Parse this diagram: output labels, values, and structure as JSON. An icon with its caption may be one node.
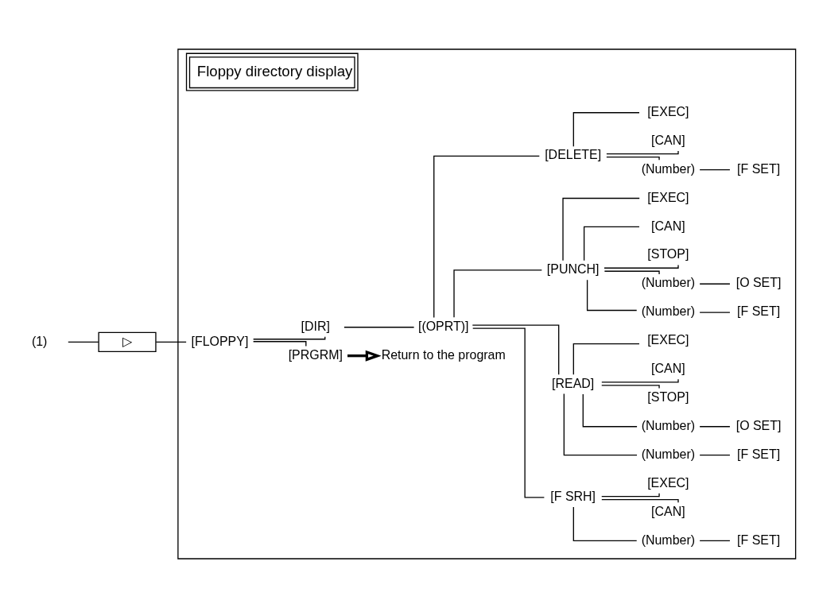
{
  "diagram": {
    "nodes": [
      {
        "text": [
          "(1)"
        ]
      },
      {
        "text": [
          "▷"
        ]
      },
      {
        "text": [
          "Floppy directory display"
        ]
      },
      {
        "text": [
          "[FLOPPY]"
        ],
        "in": 2
      },
      {
        "text": [
          "[PRGRM]"
        ],
        "in": 2
      },
      {
        "text": [
          "Return to the program"
        ],
        "in": 2
      },
      {
        "text": [
          "[DIR]"
        ],
        "in": 2
      },
      {
        "text": [
          "[(OPRT)]"
        ],
        "in": 2
      },
      {
        "text": [
          "[F SRH]"
        ],
        "in": 2
      },
      {
        "text": [
          "(Number)"
        ],
        "in": 2
      },
      {
        "text": [
          "[F SET]"
        ],
        "in": 2
      },
      {
        "text": [
          "[CAN]"
        ],
        "in": 2
      },
      {
        "text": [
          "[EXEC]"
        ],
        "in": 2
      },
      {
        "text": [
          "[READ]"
        ],
        "in": 2
      },
      {
        "text": [
          "(Number)"
        ],
        "in": 2
      },
      {
        "text": [
          "[F SET]"
        ],
        "in": 2
      },
      {
        "text": [
          "(Number)"
        ],
        "in": 2
      },
      {
        "text": [
          "[O SET]"
        ],
        "in": 2
      },
      {
        "text": [
          "[STOP]"
        ],
        "in": 2
      },
      {
        "text": [
          "[CAN]"
        ],
        "in": 2
      },
      {
        "text": [
          "[EXEC]"
        ],
        "in": 2
      },
      {
        "text": [
          "[PUNCH]"
        ],
        "in": 2
      },
      {
        "text": [
          "(Number)"
        ],
        "in": 2
      },
      {
        "text": [
          "[F SET]"
        ],
        "in": 2
      },
      {
        "text": [
          "(Number)"
        ],
        "in": 2
      },
      {
        "text": [
          "[O SET]"
        ],
        "in": 2
      },
      {
        "text": [
          "[STOP]"
        ],
        "in": 2
      },
      {
        "text": [
          "[CAN]"
        ],
        "in": 2
      },
      {
        "text": [
          "[EXEC]"
        ],
        "in": 2
      },
      {
        "text": [
          "[DELETE]"
        ],
        "in": 2
      },
      {
        "text": [
          "(Number)"
        ],
        "in": 2
      },
      {
        "text": [
          "[F SET]"
        ],
        "in": 2
      },
      {
        "text": [
          "[CAN]"
        ],
        "in": 2
      },
      {
        "text": [
          "[EXEC]"
        ],
        "in": 2
      }
    ],
    "edges": [
      {
        "from": 0,
        "to": 1,
        "arrow": "none"
      },
      {
        "from": 1,
        "to": 3,
        "arrow": "none"
      },
      {
        "from": 3,
        "to": 4,
        "arrow": "none"
      },
      {
        "from": 3,
        "to": 6,
        "arrow": "none"
      },
      {
        "from": 4,
        "to": 5,
        "arrow": "to",
        "style": "thick"
      },
      {
        "from": 6,
        "to": 7,
        "arrow": "none"
      },
      {
        "from": 7,
        "to": 8,
        "arrow": "none"
      },
      {
        "from": 7,
        "to": 13,
        "arrow": "none"
      },
      {
        "from": 7,
        "to": 21,
        "arrow": "none"
      },
      {
        "from": 7,
        "to": 29,
        "arrow": "none"
      },
      {
        "from": 8,
        "to": 9,
        "arrow": "none"
      },
      {
        "from": 9,
        "to": 10,
        "arrow": "none"
      },
      {
        "from": 8,
        "to": 11,
        "arrow": "none"
      },
      {
        "from": 8,
        "to": 12,
        "arrow": "none"
      },
      {
        "from": 13,
        "to": 14,
        "arrow": "none"
      },
      {
        "from": 14,
        "to": 15,
        "arrow": "none"
      },
      {
        "from": 13,
        "to": 16,
        "arrow": "none"
      },
      {
        "from": 16,
        "to": 17,
        "arrow": "none"
      },
      {
        "from": 13,
        "to": 18,
        "arrow": "none"
      },
      {
        "from": 13,
        "to": 19,
        "arrow": "none"
      },
      {
        "from": 13,
        "to": 20,
        "arrow": "none"
      },
      {
        "from": 21,
        "to": 22,
        "arrow": "none"
      },
      {
        "from": 22,
        "to": 23,
        "arrow": "none"
      },
      {
        "from": 21,
        "to": 24,
        "arrow": "none"
      },
      {
        "from": 24,
        "to": 25,
        "arrow": "none"
      },
      {
        "from": 21,
        "to": 26,
        "arrow": "none"
      },
      {
        "from": 21,
        "to": 27,
        "arrow": "none"
      },
      {
        "from": 21,
        "to": 28,
        "arrow": "none"
      },
      {
        "from": 29,
        "to": 30,
        "arrow": "none"
      },
      {
        "from": 30,
        "to": 31,
        "arrow": "none"
      },
      {
        "from": 29,
        "to": 32,
        "arrow": "none"
      },
      {
        "from": 29,
        "to": 33,
        "arrow": "none"
      }
    ]
  }
}
